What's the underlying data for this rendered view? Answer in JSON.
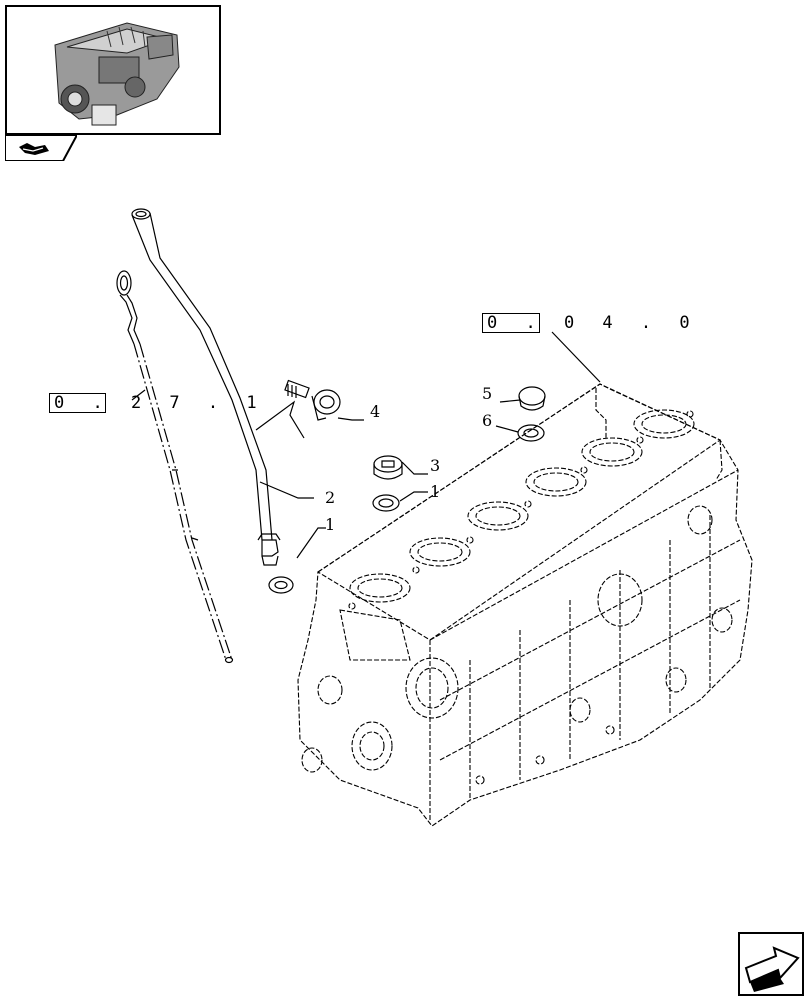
{
  "thumbnail": {
    "icon": "engine-thumbnail"
  },
  "section_tab": {
    "icon": "book-tab-icon"
  },
  "references": {
    "ref_a": "0.27.1",
    "ref_a_display": "0 . 2 7 . 1",
    "ref_b": "0.04.0",
    "ref_b_display": "0 . 0 4 . 0"
  },
  "callouts": {
    "c1_left": "1",
    "c2": "2",
    "c3": "3",
    "c1_right": "1",
    "c4": "4",
    "c5": "5",
    "c6": "6"
  },
  "nav": {
    "icon": "next-page-arrow-icon"
  }
}
